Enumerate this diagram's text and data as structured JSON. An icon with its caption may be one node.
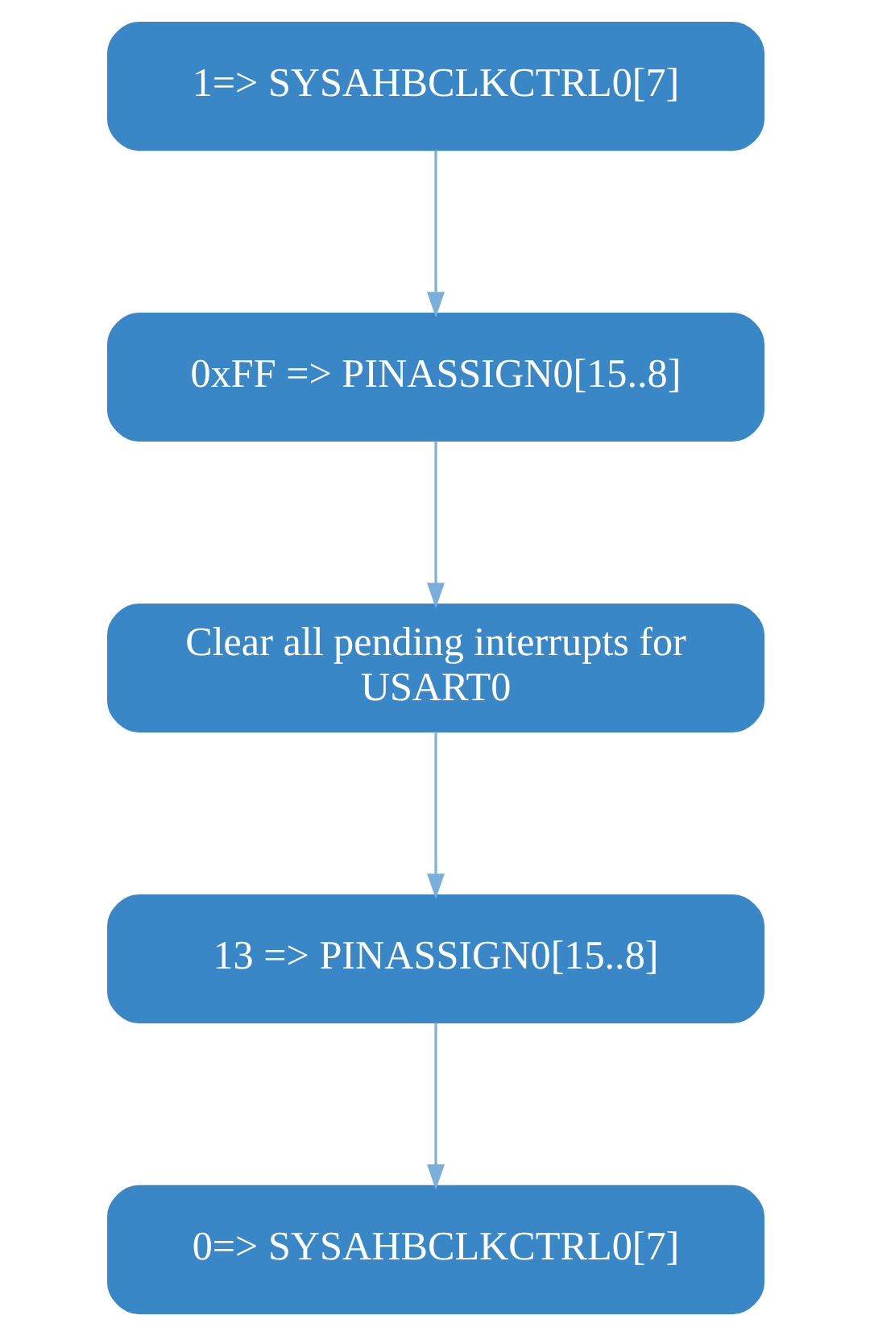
{
  "diagram": {
    "nodes": [
      {
        "text": [
          "1=> SYSAHBCLKCTRL0[7]"
        ]
      },
      {
        "text": [
          "0xFF => PINASSIGN0[15..8]"
        ]
      },
      {
        "text": [
          "Clear all pending interrupts for USART0"
        ]
      },
      {
        "text": [
          "13 => PINASSIGN0[15..8]"
        ]
      },
      {
        "text": [
          "0=> SYSAHBCLKCTRL0[7]"
        ]
      }
    ],
    "edges": [
      {
        "from": 0,
        "to": 1,
        "arrow": "to"
      },
      {
        "from": 1,
        "to": 2,
        "arrow": "to"
      },
      {
        "from": 2,
        "to": 3,
        "arrow": "to"
      },
      {
        "from": 3,
        "to": 4,
        "arrow": "to"
      }
    ]
  }
}
